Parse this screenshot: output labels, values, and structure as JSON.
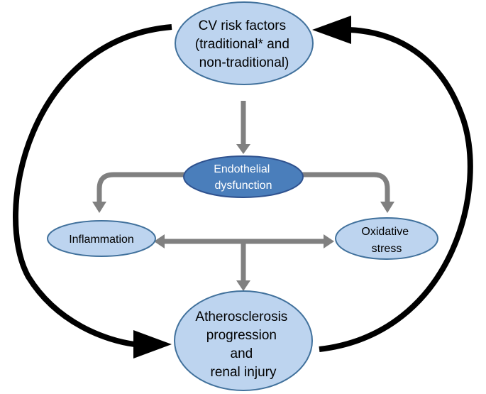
{
  "nodes": {
    "cv_risk": {
      "lines": [
        "CV risk factors",
        "(traditional* and",
        "non-traditional)"
      ]
    },
    "endothelial": {
      "lines": [
        "Endothelial",
        "dysfunction"
      ]
    },
    "inflammation": {
      "lines": [
        "Inflammation"
      ]
    },
    "oxidative": {
      "lines": [
        "Oxidative",
        "stress"
      ]
    },
    "atherosclerosis": {
      "lines": [
        "Atherosclerosis",
        "progression",
        "and",
        "renal injury"
      ]
    }
  },
  "colors": {
    "light_node_fill": "#bdd4ef",
    "light_node_stroke": "#41719c",
    "dark_node_fill": "#4a7ebb",
    "gray_arrow": "#808080",
    "black_arrow": "#000000"
  }
}
